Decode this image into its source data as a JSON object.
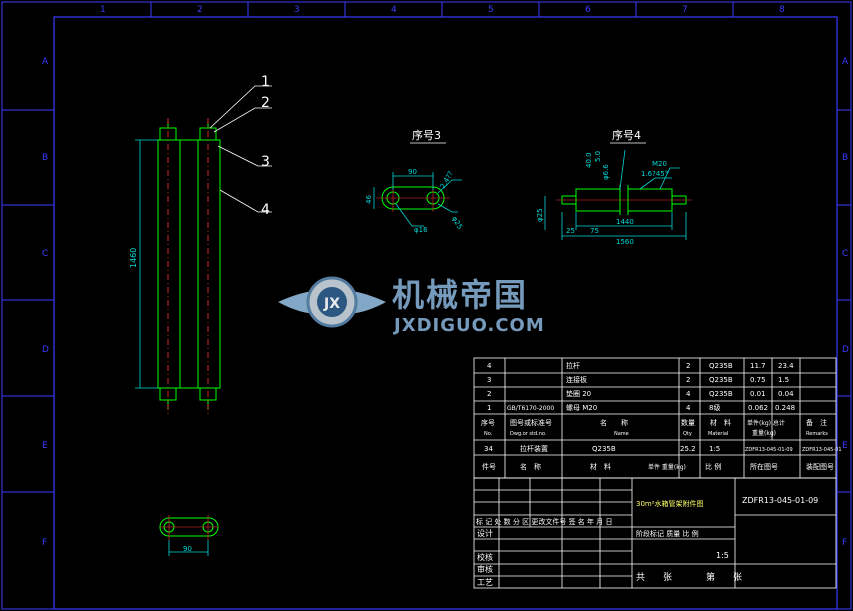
{
  "border": {
    "col_labels": [
      "1",
      "2",
      "3",
      "4",
      "5",
      "6",
      "7",
      "8"
    ],
    "row_labels": [
      "A",
      "B",
      "C",
      "D",
      "E",
      "F"
    ]
  },
  "views": {
    "main_length_dim": "1460",
    "bottom_width_dim": "90",
    "balloons": [
      "1",
      "2",
      "3",
      "4"
    ],
    "seq3": {
      "title": "序号3",
      "dim_top": "90",
      "dim_angle": "2.4??",
      "dim_left": "46",
      "dim_hole": "φ16",
      "dim_right": "φ25"
    },
    "seq4": {
      "title": "序号4",
      "dim_a": "M20",
      "dim_b": "1.6?45°",
      "dim_c": "40.0",
      "dim_d": "5.0",
      "dim_e": "φ6.6",
      "dim_f": "25",
      "dim_g": "φ25",
      "dim_h": "75",
      "dim_i": "1440",
      "dim_j": "1560"
    }
  },
  "watermark": {
    "cn": "机械帝国",
    "en": "JXDIGUO.COM",
    "logo": "JX"
  },
  "bom": {
    "rows": [
      {
        "no": "4",
        "code": "",
        "name": "拉杆",
        "qty": "2",
        "material": "Q235B",
        "unit": "11.7",
        "total": "23.4",
        "remark": ""
      },
      {
        "no": "3",
        "code": "",
        "name": "连接板",
        "qty": "2",
        "material": "Q235B",
        "unit": "0.75",
        "total": "1.5",
        "remark": ""
      },
      {
        "no": "2",
        "code": "",
        "name": "垫圈 20",
        "qty": "4",
        "material": "Q235B",
        "unit": "0.01",
        "total": "0.04",
        "remark": ""
      },
      {
        "no": "1",
        "code": "GB/T6170-2000",
        "name": "螺母 M20",
        "qty": "4",
        "material": "8级",
        "unit": "0.062",
        "total": "0.248",
        "remark": ""
      }
    ],
    "header": {
      "no": "序号",
      "no_en": "No.",
      "code": "图号或标准号",
      "code_en": "Dwg.or std.no.",
      "name": "名　　称",
      "name_en": "Name",
      "qty": "数量",
      "qty_en": "Qty",
      "material": "材　料",
      "material_en": "Material",
      "weight": "单件(kg) 总计",
      "weight2": "重量(kg)",
      "remark": "备　注",
      "remark_en": "Remarks"
    },
    "assembly_row": {
      "no": "34",
      "name": "拉杆装置",
      "material": "Q235B",
      "weight": "25.2",
      "scale": "1:5",
      "dwg": "ZDFR13-045-01-09",
      "dwg2": "ZDFR13-045-01"
    },
    "assembly_header": {
      "no": "件号",
      "name": "名　称",
      "material": "材　料",
      "weight": "单件 重量(kg)",
      "scale": "比 例",
      "belong": "所在图号",
      "dwg": "装配图号"
    }
  },
  "title_block": {
    "product": "30m²水箱管架附件图",
    "drawing_no": "ZDFR13-045-01-09",
    "rev_header": "标 记 处 数 分 区 更改文件号 签 名 年 月 日",
    "design": "设计",
    "check": "校核",
    "review": "审核",
    "process": "工艺",
    "stage_header": "阶段标记  质量  比 例",
    "scale": "1:5",
    "total_sheets": "共　　张",
    "sheet_no": "第　　张"
  },
  "colors": {
    "frame": "#3b3bff",
    "geometry": "#00ff00",
    "dims": "#00d8d8",
    "text": "#ffffff",
    "table_yellow": "#ffff66",
    "hidden": "#ff3333"
  }
}
